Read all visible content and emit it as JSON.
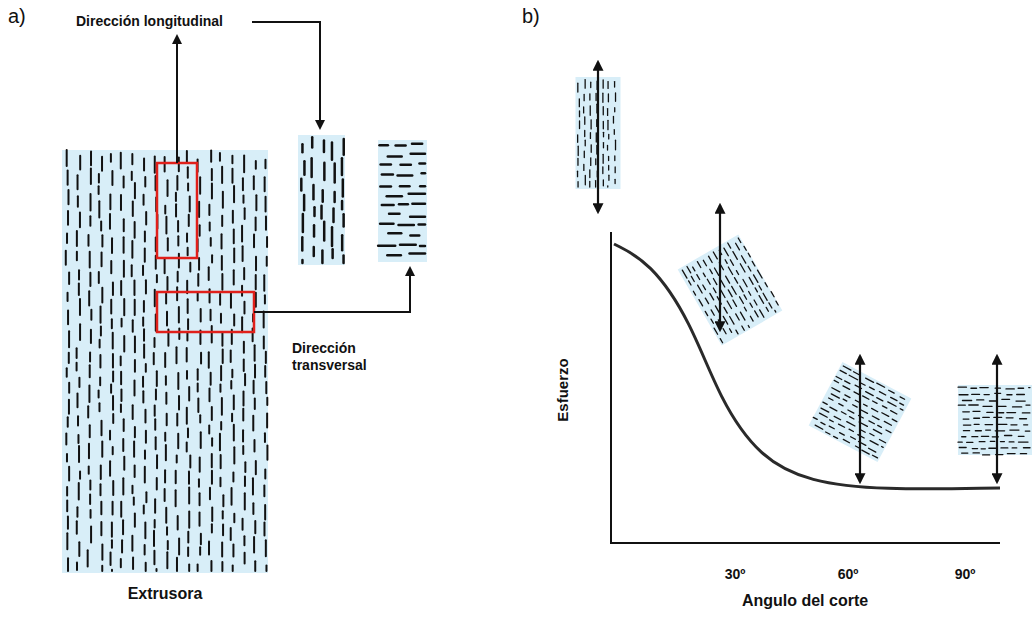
{
  "diagram": {
    "labels": [
      "a)",
      "b)",
      "Dirección longitudinal",
      "Dirección transversal",
      "Extrusora",
      "Esfuerzo",
      "Angulo del corte",
      "30º",
      "60º",
      "90º"
    ]
  }
}
